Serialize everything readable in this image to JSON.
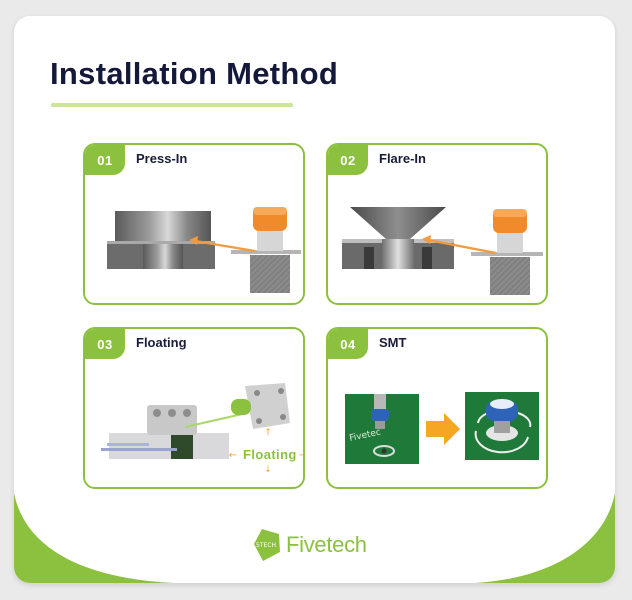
{
  "page": {
    "title": "Installation Method",
    "colors": {
      "accent": "#8cc13f",
      "title": "#14183a",
      "underline": "#cde39a",
      "arrow": "#f39a3a",
      "pcb": "#1f7a3a",
      "background": "#ebeaea"
    }
  },
  "methods": [
    {
      "number": "01",
      "label": "Press-In"
    },
    {
      "number": "02",
      "label": "Flare-In"
    },
    {
      "number": "03",
      "label": "Floating",
      "annotation": "Floating"
    },
    {
      "number": "04",
      "label": "SMT"
    }
  ],
  "brand": {
    "name": "Fivetech",
    "badge_text": "5TECH"
  }
}
